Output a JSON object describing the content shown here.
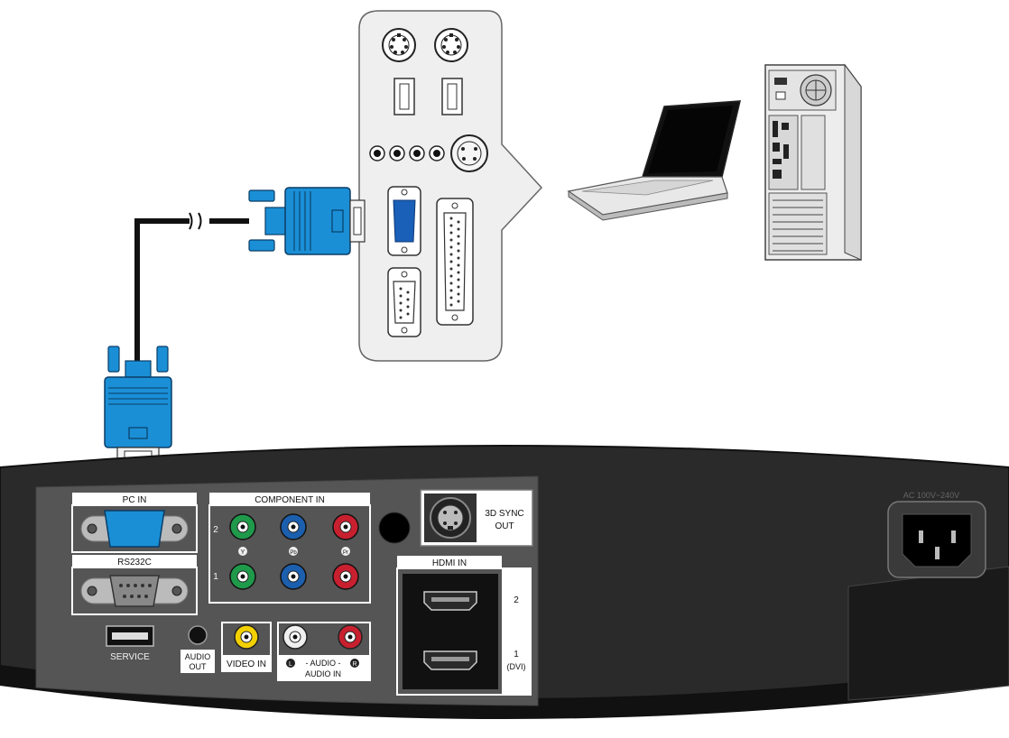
{
  "panel": {
    "pc_in": "PC IN",
    "rs232c": "RS232C",
    "component_in": "COMPONENT IN",
    "row_2": "2",
    "row_1": "1",
    "y_mark": "Y",
    "pb_mark": "Pb",
    "pr_mark": "Pr",
    "sync_3d_line1": "3D SYNC",
    "sync_3d_line2": "OUT",
    "hdmi_in": "HDMI IN",
    "hdmi_2": "2",
    "hdmi_1": "1",
    "hdmi_1_sub": "(DVI)",
    "service": "SERVICE",
    "audio_out_line1": "AUDIO",
    "audio_out_line2": "OUT",
    "video_in": "VIDEO IN",
    "audio_l": "L",
    "audio_r": "R",
    "audio_mid": "- AUDIO -",
    "audio_in": "AUDIO IN",
    "power_label": "AC 100V~240V"
  },
  "colors": {
    "cable_blue": "#1a8fd6",
    "panel_dark": "#2a2a2a",
    "panel_inset": "#555555",
    "component_green": "#1f9a4b",
    "component_blue": "#1b5fae",
    "component_red": "#c8202f",
    "video_yellow": "#f3d000"
  }
}
